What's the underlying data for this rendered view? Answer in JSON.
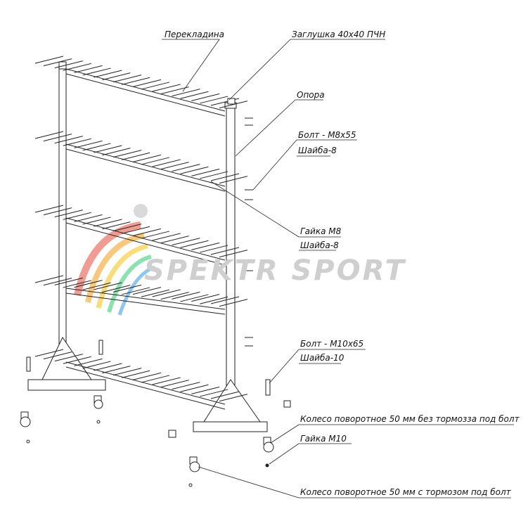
{
  "watermark": {
    "text": "SPEKTR SPORT"
  },
  "labels": {
    "perekladina": "Перекладина",
    "zaglushka": "Заглушка 40х40 ПЧН",
    "opora": "Опора",
    "bolt_m8": "Болт - М8х55",
    "shaiba_8_top": "Шайба-8",
    "gaika_m8": "Гайка М8",
    "shaiba_8_mid": "Шайба-8",
    "bolt_m10": "Болт - М10х65",
    "shaiba_10": "Шайба-10",
    "wheel_no_brake": "Колесо поворотное 50 мм без тормозза под болт",
    "gaika_m10": "Гайка М10",
    "wheel_brake": "Колесо поворотное 50 мм с тормозом под болт"
  },
  "colors": {
    "line": "#222222",
    "watermark": "#cfcfcf"
  }
}
